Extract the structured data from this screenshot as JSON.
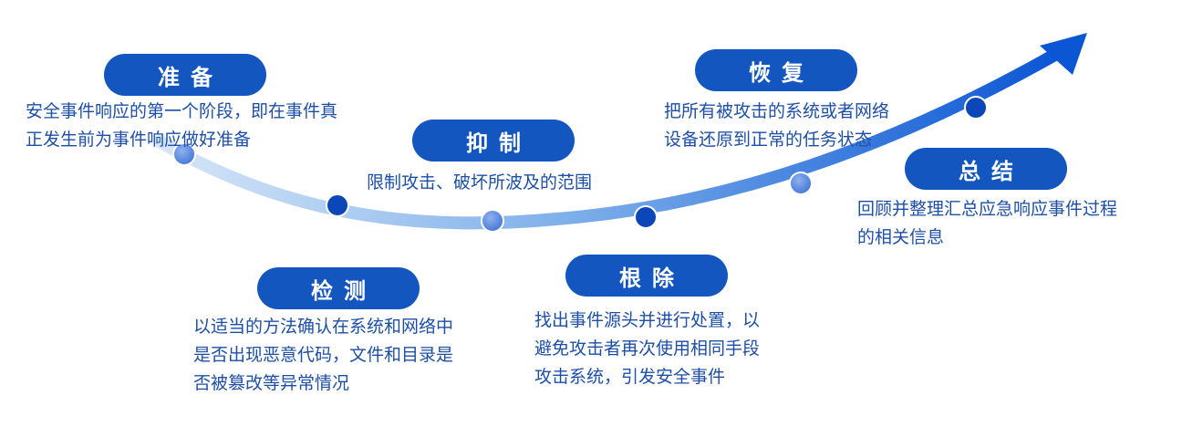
{
  "colors": {
    "pill": "#1456c0",
    "text": "#1d4fa6",
    "curve_start": "#cfe1f7",
    "curve_end": "#0b56d4",
    "node_dark": "#0b47b8",
    "node_light": "#5a89de"
  },
  "stages": [
    {
      "id": "prepare",
      "title": "准备",
      "lines": [
        "安全事件响应的第一个阶段，即在事件真",
        "正发生前为事件响应做好准备"
      ]
    },
    {
      "id": "detect",
      "title": "检测",
      "lines": [
        "以适当的方法确认在系统和网络中",
        "是否出现恶意代码，文件和目录是",
        "否被篡改等异常情况"
      ]
    },
    {
      "id": "contain",
      "title": "抑制",
      "lines": [
        "限制攻击、破坏所波及的范围"
      ]
    },
    {
      "id": "eradicate",
      "title": "根除",
      "lines": [
        "找出事件源头并进行处置，以",
        "避免攻击者再次使用相同手段",
        "攻击系统，引发安全事件"
      ]
    },
    {
      "id": "recover",
      "title": "恢复",
      "lines": [
        "把所有被攻击的系统或者网络",
        "设备还原到正常的任务状态"
      ]
    },
    {
      "id": "summarize",
      "title": "总结",
      "lines": [
        "回顾并整理汇总应急响应事件过程",
        "的相关信息"
      ]
    }
  ]
}
